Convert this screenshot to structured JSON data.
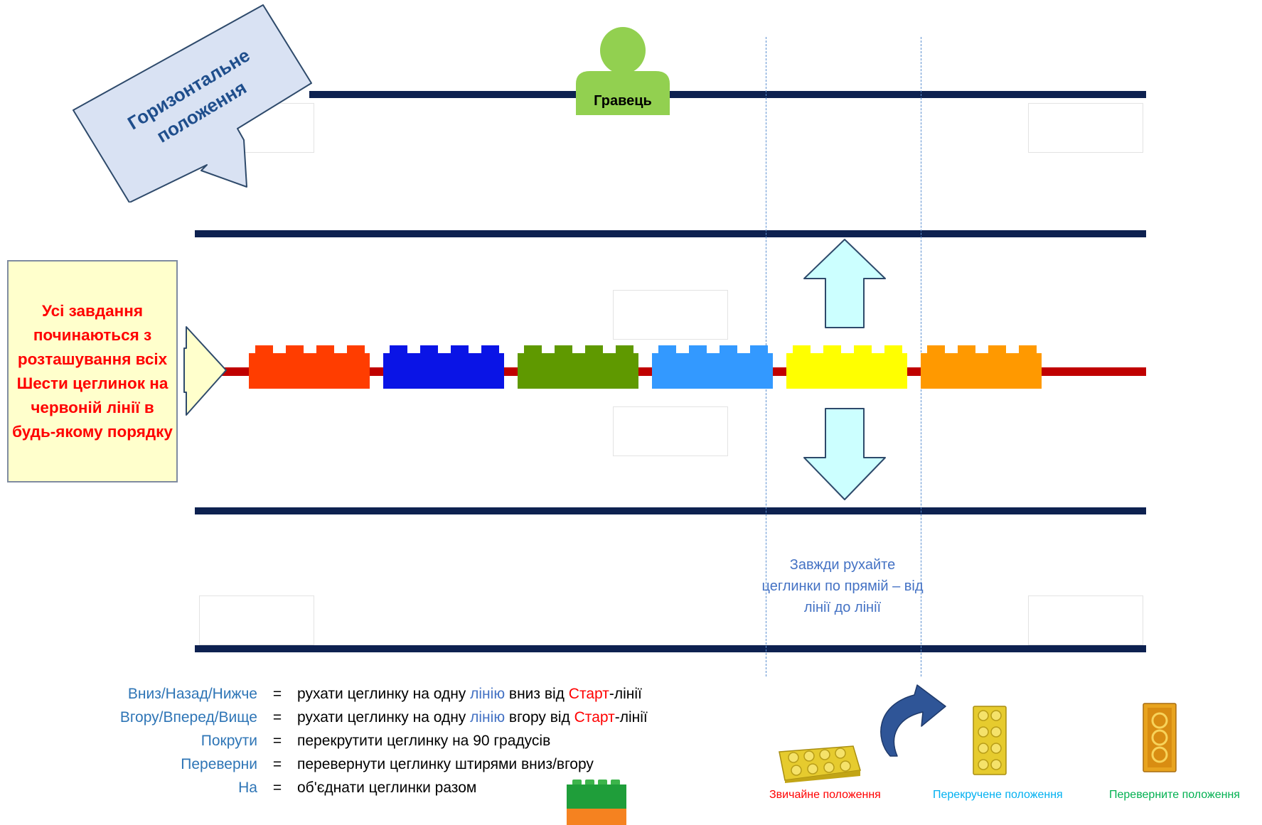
{
  "player": {
    "label": "Гравець"
  },
  "banner": {
    "line1": "Горизонтальне",
    "line2": "положення"
  },
  "note": {
    "text": "Усі завдання починаються з розташування всіх Шести цеглинок на червоній лінії в будь-якому порядку"
  },
  "bricks": [
    {
      "color": "#ff3d00"
    },
    {
      "color": "#0a14e6"
    },
    {
      "color": "#5f9900"
    },
    {
      "color": "#3399ff"
    },
    {
      "color": "#ffff00"
    },
    {
      "color": "#ff9900"
    }
  ],
  "tip": {
    "text": "Завжди рухайте цеглинки по прямій – від лінії до лінії"
  },
  "legend": [
    {
      "term": "Вниз/Назад/Нижче",
      "eq": "=",
      "d1": "рухати цеглинку на одну ",
      "d2": "лінію",
      "d3": " вниз від ",
      "d4": "Старт",
      "d5": "-лінії"
    },
    {
      "term": "Вгору/Вперед/Вище",
      "eq": "=",
      "d1": "рухати цеглинку на одну ",
      "d2": "лінію",
      "d3": " вгору від ",
      "d4": "Старт",
      "d5": "-лінії"
    },
    {
      "term": "Покрути",
      "eq": "=",
      "d1": "перекрутити цеглинку на 90 градусів"
    },
    {
      "term": "Переверни",
      "eq": "=",
      "d1": "перевернути цеглинку штирями вниз/вгору"
    },
    {
      "term": "На",
      "eq": "=",
      "d1": "об'єднати цеглинки разом"
    }
  ],
  "positions": [
    {
      "label": "Звичайне положення",
      "color": "#ff0000"
    },
    {
      "label": "Перекручене положення",
      "color": "#00b0f0"
    },
    {
      "label": "Переверните положення",
      "color": "#00b050"
    }
  ],
  "colors": {
    "line": "#0d2150",
    "red_line": "#c00000",
    "arrow_fill": "#ccffff",
    "arrow_stroke": "#2e4a6b",
    "banner_fill": "#d9e2f3",
    "note_fill": "#ffffcc",
    "player": "#92d050"
  }
}
